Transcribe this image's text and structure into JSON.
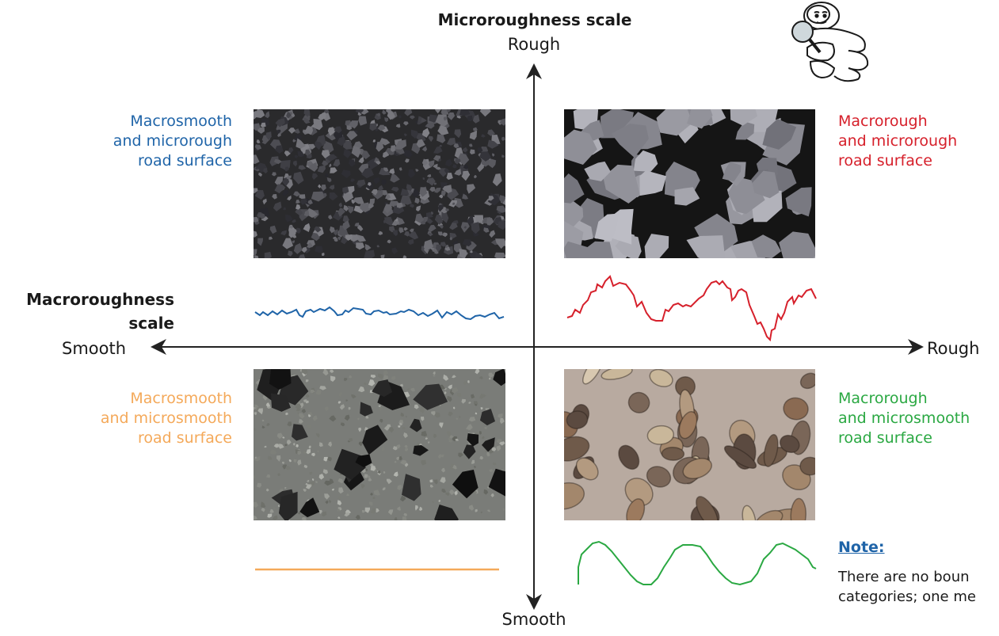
{
  "colors": {
    "macrosmooth_microrough": "#1f64a8",
    "macrorough_microrough": "#d6202b",
    "macrosmooth_microsmooth": "#f4a95a",
    "macrorough_microsmooth": "#2aa842",
    "note": "#1f64a8"
  },
  "vertical_axis": {
    "title": "Microroughness scale",
    "top": "Rough",
    "bottom": "Smooth"
  },
  "horizontal_axis": {
    "title_line1": "Macroroughness",
    "title_line2": "scale",
    "left": "Smooth",
    "right": "Rough"
  },
  "quadrants": {
    "top_left": [
      "Macrosmooth",
      "and microrough",
      "road surface"
    ],
    "top_right": [
      "Macrorough",
      "and microrough",
      "road surface"
    ],
    "bottom_left": [
      "Macrosmooth",
      "and microsmooth",
      "road surface"
    ],
    "bottom_right": [
      "Macrorough",
      "and microsmooth",
      "road surface"
    ]
  },
  "note": {
    "title": "Note:",
    "line1": "There are no boun",
    "line2": "categories; one me"
  },
  "icons": {
    "mascot": "michelin-man-magnifier-icon"
  }
}
